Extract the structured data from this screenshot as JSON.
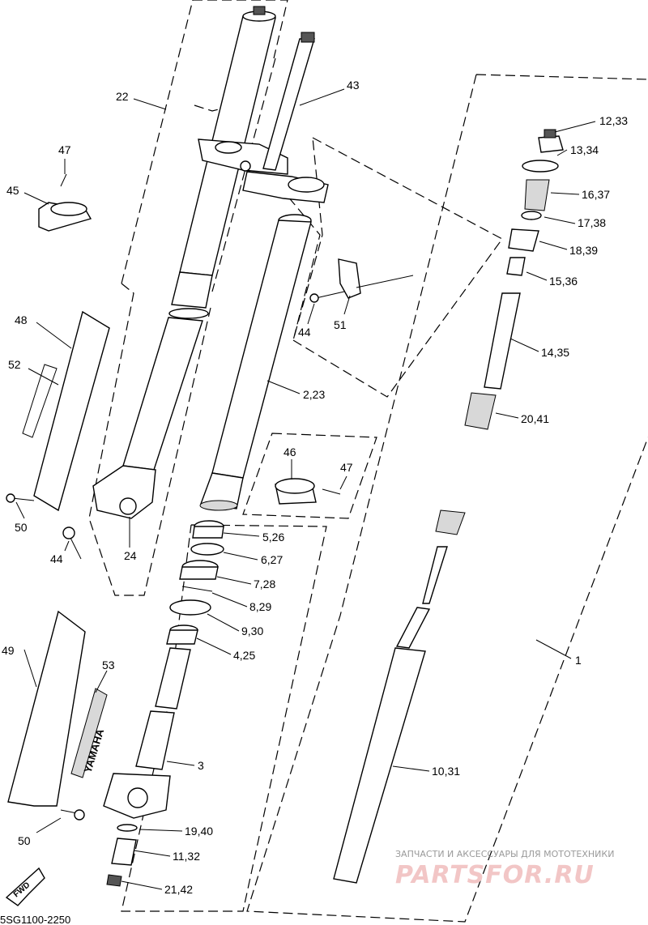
{
  "diagram": {
    "callouts": {
      "c1": "1",
      "c2": "2,23",
      "c3": "3",
      "c4": "4,25",
      "c5": "5,26",
      "c6": "6,27",
      "c7": "7,28",
      "c8": "8,29",
      "c9": "9,30",
      "c10": "10,31",
      "c11": "11,32",
      "c12": "12,33",
      "c13": "13,34",
      "c14": "14,35",
      "c15": "15,36",
      "c16": "16,37",
      "c17": "17,38",
      "c18": "18,39",
      "c19": "19,40",
      "c20": "20,41",
      "c21": "21,42",
      "c22": "22",
      "c24": "24",
      "c43": "43",
      "c44a": "44",
      "c44b": "44",
      "c45": "45",
      "c46": "46",
      "c47a": "47",
      "c47b": "47",
      "c48": "48",
      "c49": "49",
      "c50a": "50",
      "c50b": "50",
      "c51": "51",
      "c52": "52",
      "c53": "53"
    },
    "guard_brand": "YAMAHA",
    "fwd_label": "FWD",
    "diagram_code": "5SG1100-2250",
    "watermark_line1": "ЗАПЧАСТИ И АКСЕССУАРЫ ДЛЯ МОТОТЕХНИКИ",
    "watermark_line2": "PARTSFOR.RU"
  }
}
